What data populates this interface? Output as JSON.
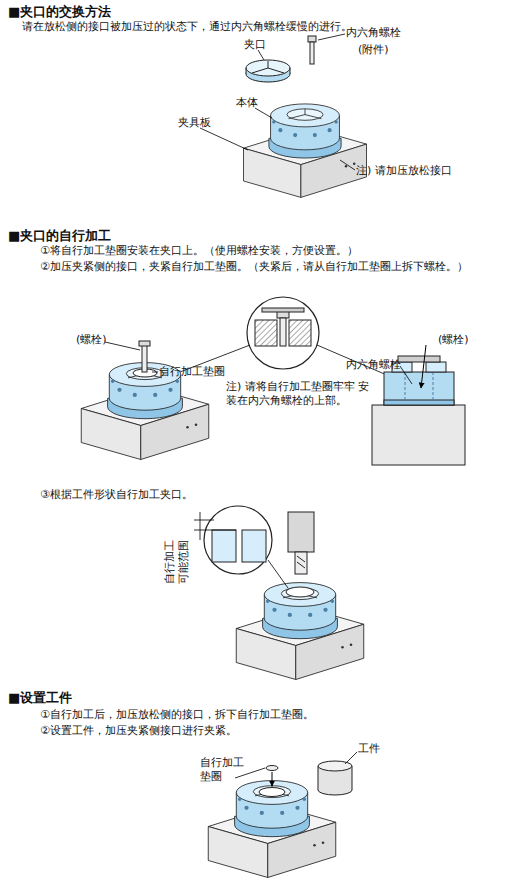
{
  "diagram": {
    "labels": [
      "■夹口的交换方法",
      "请在放松侧的接口被加压过的状态下，通过内六角螺栓缓慢的进行。",
      "夹口",
      "内六角螺栓",
      "(附件)",
      "本体",
      "夹具板",
      "注) 请加压放松接口",
      "■夹口的自行加工",
      "①将自行加工垫圈安装在夹口上。（使用螺栓安装，方便设置。）",
      "②加压夹紧侧的接口，夹紧自行加工垫圈。（夹紧后，请从自行加工垫圈上拆下螺栓。）",
      "(螺栓)",
      "自行加工垫圈",
      "注) 请将自行加工垫圈牢牢 安装在内六角螺栓的上部。",
      "内六角螺栓",
      "(螺栓)",
      "③根据工件形状自行加工夹口。",
      "自行加工 可能范围",
      "■设置工件",
      "①自行加工后，加压放松侧的接口，拆下自行加工垫圈。",
      "②设置工件，加压夹紧侧接口进行夹紧。",
      "自行加工 垫圈",
      "工件"
    ]
  }
}
